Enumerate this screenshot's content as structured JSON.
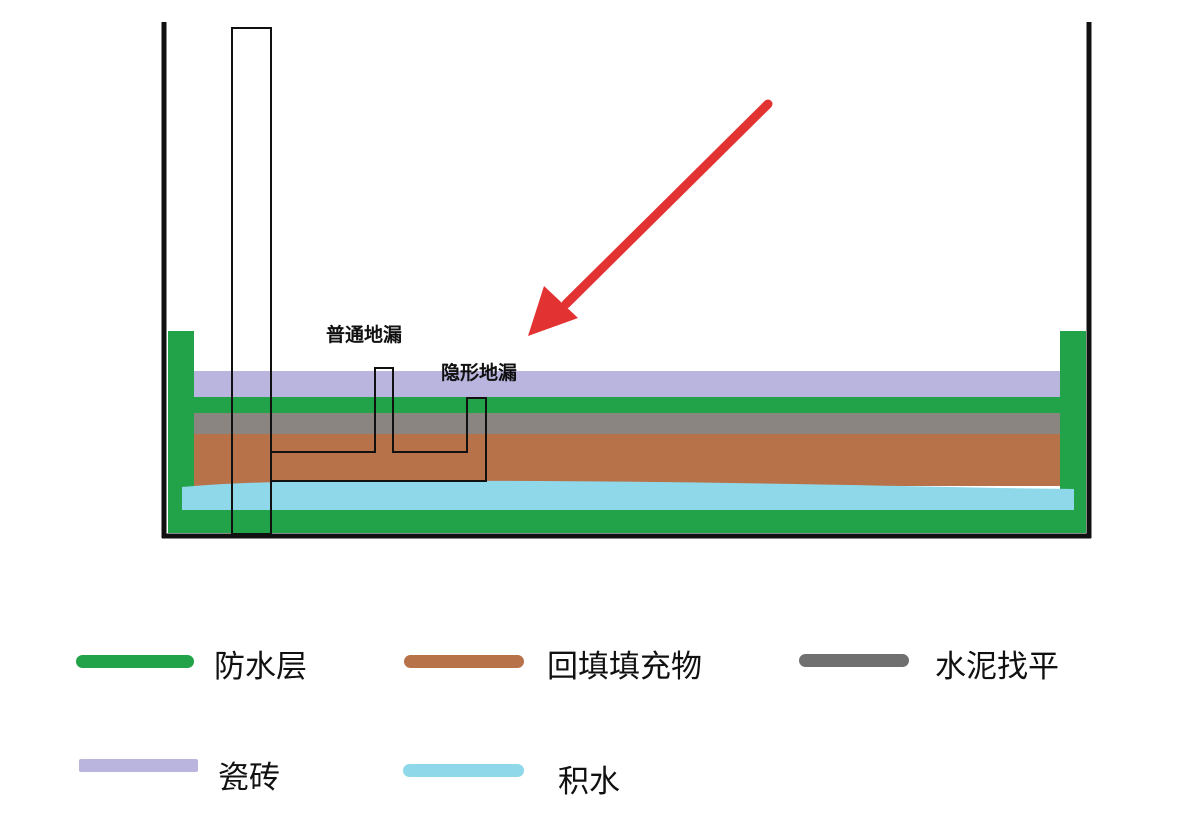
{
  "annotations": {
    "normal_drain": "普通地漏",
    "hidden_drain": "隐形地漏"
  },
  "legend": [
    {
      "key": "waterproof",
      "label": "防水层",
      "color": "#22a34a"
    },
    {
      "key": "backfill",
      "label": "回填填充物",
      "color": "#b8724a"
    },
    {
      "key": "cement",
      "label": "水泥找平",
      "color": "#707070"
    },
    {
      "key": "tile",
      "label": "瓷砖",
      "color": "#b9b5df"
    },
    {
      "key": "water",
      "label": "积水",
      "color": "#8fd8ea"
    }
  ],
  "arrow_color": "#e33232"
}
